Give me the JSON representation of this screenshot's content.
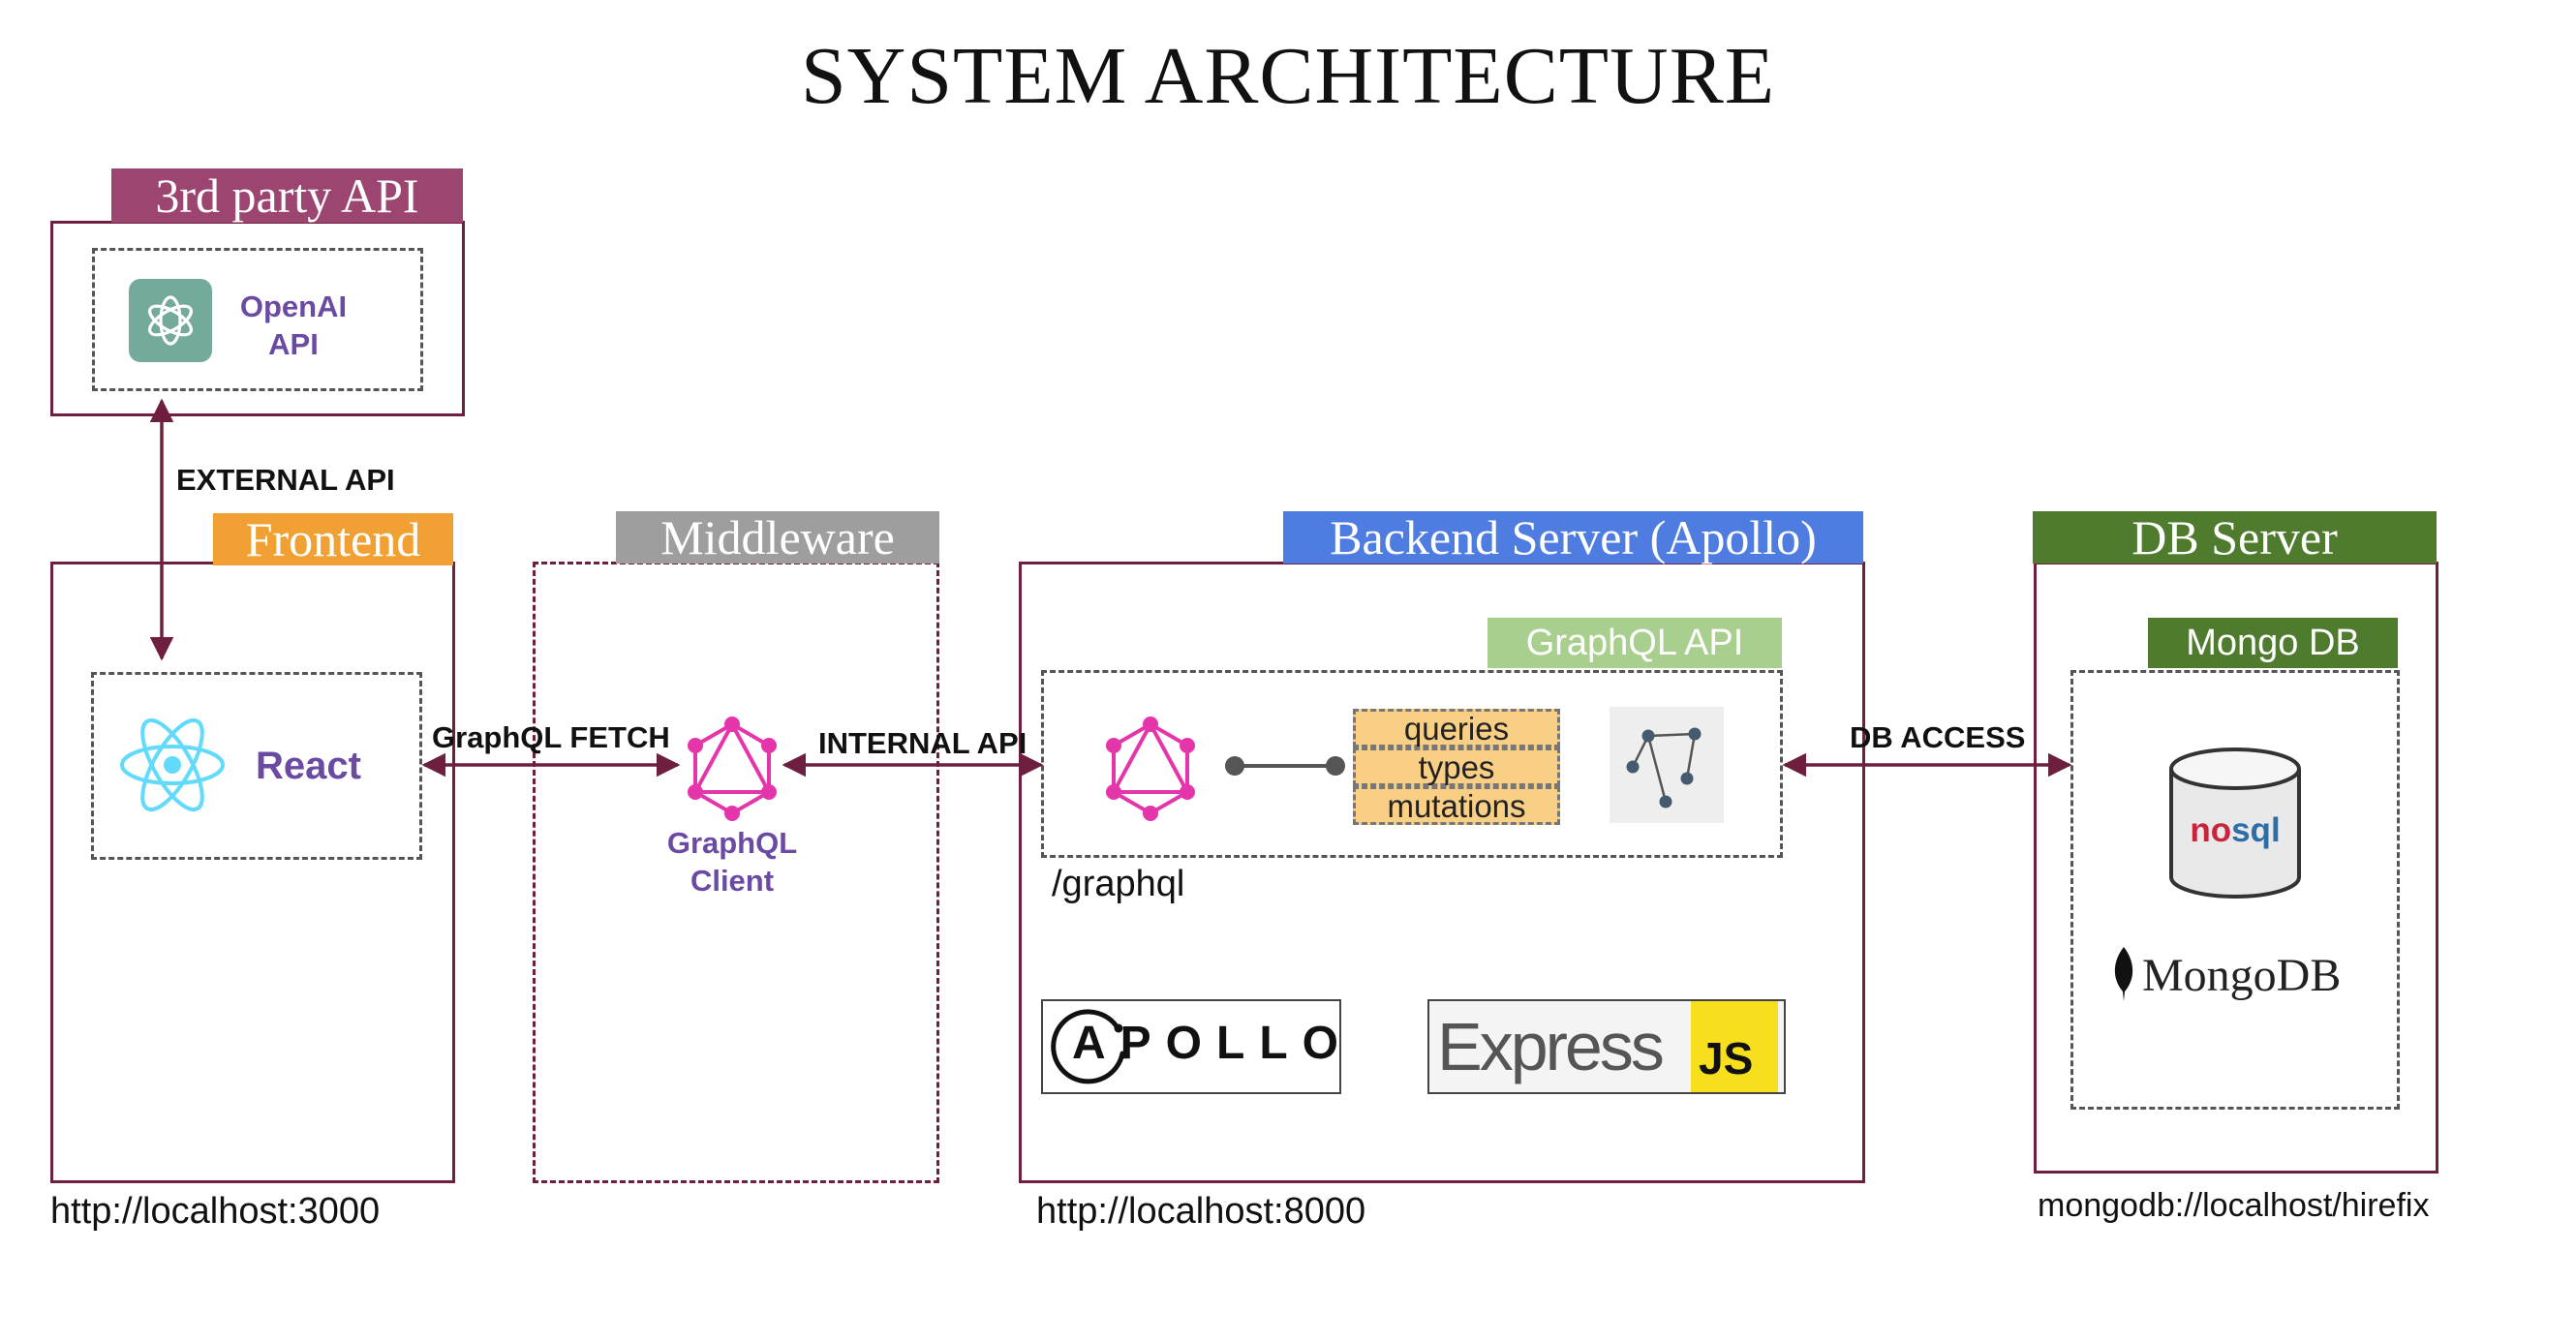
{
  "title": "SYSTEM ARCHITECTURE",
  "colors": {
    "line": "#6e1f3f",
    "third_party": "#9c4571",
    "frontend": "#f1a133",
    "middleware": "#9e9e9e",
    "backend": "#4e7ce0",
    "db": "#4f7b2e",
    "graphql_api": "#a8cf8e",
    "graphql_pink": "#e535ab",
    "react": "#61dafb",
    "openai_bg": "#74aa9c",
    "chip": "#f9cf86",
    "js": "#f7df1e"
  },
  "third_party": {
    "tag": "3rd party API",
    "openai_label": "OpenAI API",
    "icon": "openai-icon"
  },
  "frontend": {
    "tag": "Frontend",
    "react_label": "React",
    "icon": "react-icon",
    "url": "http://localhost:3000"
  },
  "middleware": {
    "tag": "Middleware",
    "client_label": "GraphQL Client",
    "icon": "graphql-icon"
  },
  "backend": {
    "tag": "Backend Server (Apollo)",
    "api_tag": "GraphQL API",
    "chips": [
      "queries",
      "types",
      "mutations"
    ],
    "endpoint": "/graphql",
    "apollo_label": "APOLLO",
    "express_label": "Express",
    "js_label": "JS",
    "url": "http://localhost:8000"
  },
  "db": {
    "tag": "DB Server",
    "mongo_tag": "Mongo DB",
    "nosql_no": "no",
    "nosql_sql": "sql",
    "mongodb_label": "MongoDB",
    "url": "mongodb://localhost/hirefix"
  },
  "connections": {
    "external_api": "EXTERNAL API",
    "graphql_fetch": "GraphQL FETCH",
    "internal_api": "INTERNAL API",
    "db_access": "DB ACCESS"
  }
}
